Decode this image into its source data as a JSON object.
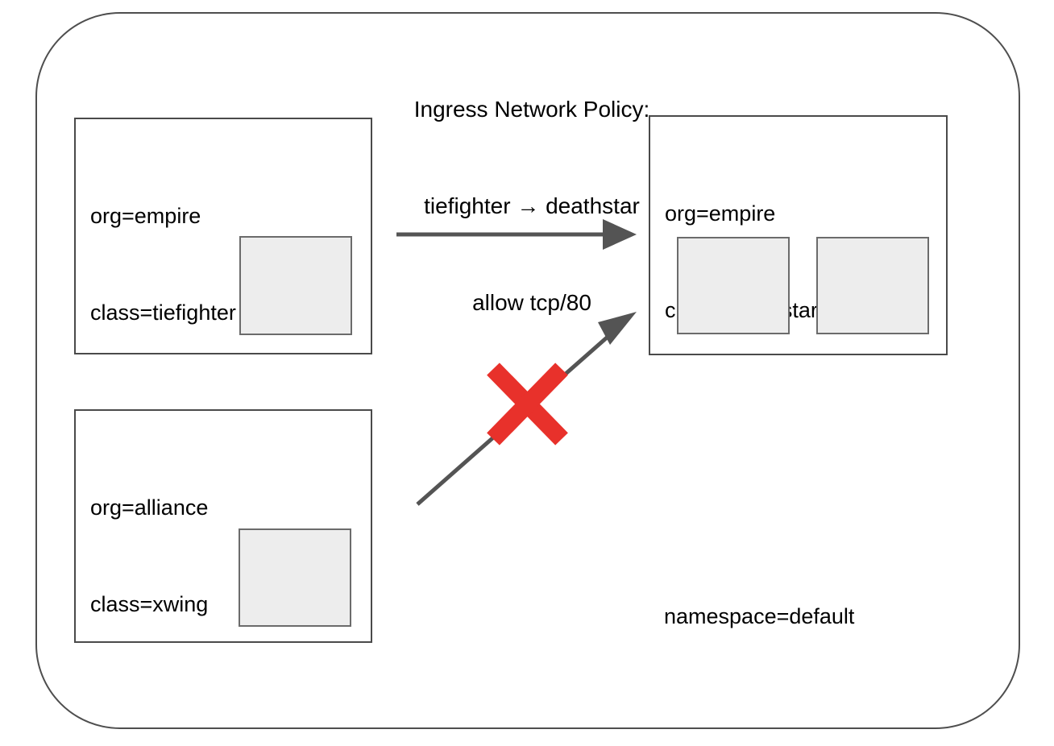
{
  "diagram": {
    "title_lines": [
      "Ingress Network Policy:",
      "tiefighter → deathstar",
      "allow tcp/80"
    ],
    "namespace_label": "namespace=default",
    "colors": {
      "boundary_stroke": "#4e4e4e",
      "box_stroke": "#4a4a4a",
      "pod_fill": "#ededed",
      "pod_stroke": "#6b6b6b",
      "arrow": "#545454",
      "deny_x": "#e8312b",
      "text": "#000000",
      "background": "#ffffff"
    },
    "endpoints": [
      {
        "id": "tiefighter",
        "labels": [
          "org=empire",
          "class=tiefighter"
        ],
        "pod_count": 1
      },
      {
        "id": "deathstar",
        "labels": [
          "org=empire",
          "class=deathstar"
        ],
        "pod_count": 2
      },
      {
        "id": "xwing",
        "labels": [
          "org=alliance",
          "class=xwing"
        ],
        "pod_count": 1
      }
    ],
    "flows": [
      {
        "id": "allowed-flow",
        "from": "tiefighter",
        "to": "deathstar",
        "verdict": "allowed",
        "blocked": false
      },
      {
        "id": "denied-flow",
        "from": "xwing",
        "to": "deathstar",
        "verdict": "denied",
        "blocked": true
      }
    ]
  }
}
